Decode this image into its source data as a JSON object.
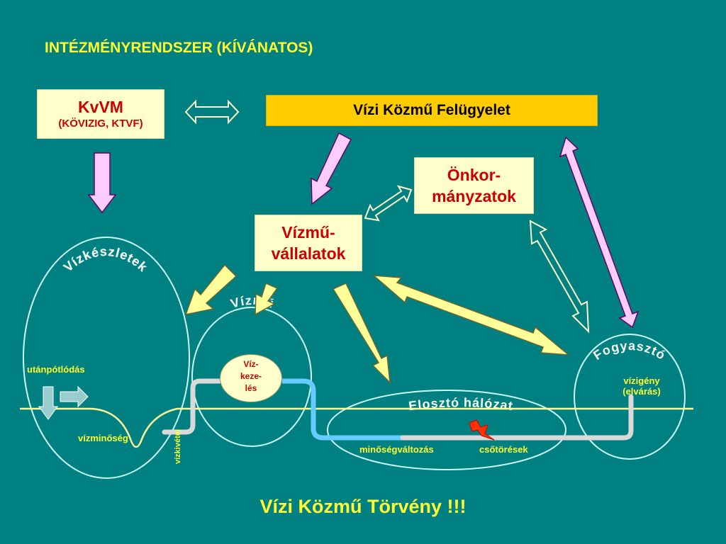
{
  "title": "INTÉZMÉNYRENDSZER (KÍVÁNATOS)",
  "boxes": {
    "kvvm": {
      "line1": "KvVM",
      "line2": "(KÖVIZIG, KTVF)"
    },
    "vkf": "Vízi Közmű Felügyelet",
    "onkormanyzatok": {
      "line1": "Önkor-",
      "line2": "mányzatok"
    },
    "vizmu_vallalatok": {
      "line1": "Vízmű-",
      "line2": "vállalatok"
    }
  },
  "ellipses": {
    "vizkeszletek": "Vízkészletek",
    "vizmu": "Vízmű",
    "eloszto": "Elosztó hálózat",
    "fogyaszto": "Fogyasztó"
  },
  "vizkezeles": {
    "line1": "Víz-",
    "line2": "keze-",
    "line3": "lés"
  },
  "labels": {
    "utanpotlodas": "utánpótlódás",
    "vizminoseg": "vízminőség",
    "vizkivetel": "vízkivétel",
    "minosegvaltozas": "minőségváltozás",
    "csotoresek": "csőtörések",
    "vizigeny_1": "vízigény",
    "vizigeny_2": "(elvárás)"
  },
  "footer": "Vízi Közmű Törvény  !!!",
  "colors": {
    "background": "#008080",
    "yellow_text": "#ffff33",
    "box_fill": "#ffffcc",
    "box_text": "#cc0000",
    "vkf_fill": "#ffcc00",
    "pink_arrow": "#ffccff",
    "yellow_arrow": "#ffff99",
    "pipe_blue": "#66ccff",
    "pipe_gray": "#d9d9d9"
  }
}
